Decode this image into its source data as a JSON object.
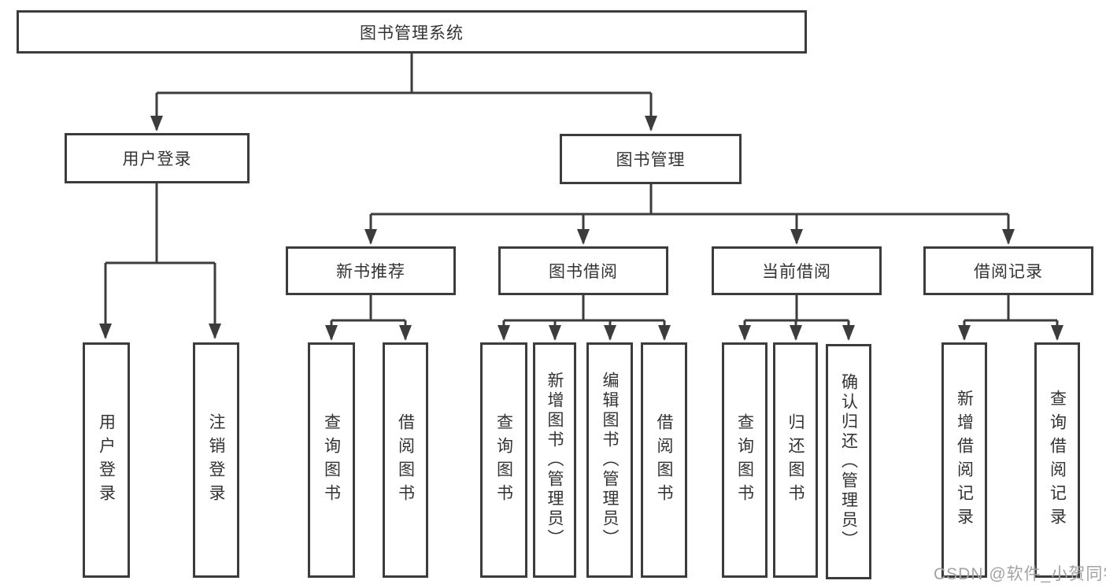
{
  "diagram": {
    "root": {
      "label": "图书管理系统"
    },
    "branches": [
      {
        "label": "用户登录",
        "children": [
          {
            "label": "用户登录"
          },
          {
            "label": "注销登录"
          }
        ]
      },
      {
        "label": "图书管理",
        "children": [
          {
            "label": "新书推荐",
            "children": [
              {
                "label": "查询图书"
              },
              {
                "label": "借阅图书"
              }
            ]
          },
          {
            "label": "图书借阅",
            "children": [
              {
                "label": "查询图书"
              },
              {
                "label": "新增图书（管理员）"
              },
              {
                "label": "编辑图书（管理员）"
              },
              {
                "label": "借阅图书"
              }
            ]
          },
          {
            "label": "当前借阅",
            "children": [
              {
                "label": "查询图书"
              },
              {
                "label": "归还图书"
              },
              {
                "label": "确认归还（管理员）"
              }
            ]
          },
          {
            "label": "借阅记录",
            "children": [
              {
                "label": "新增借阅记录"
              },
              {
                "label": "查询借阅记录"
              }
            ]
          }
        ]
      }
    ]
  },
  "watermark": {
    "text": "CSDN @软件_小贺同学"
  },
  "colors": {
    "line": "#3c3c3c",
    "text": "#333333",
    "watermark": "#a3a3a3",
    "background": "#ffffff"
  }
}
